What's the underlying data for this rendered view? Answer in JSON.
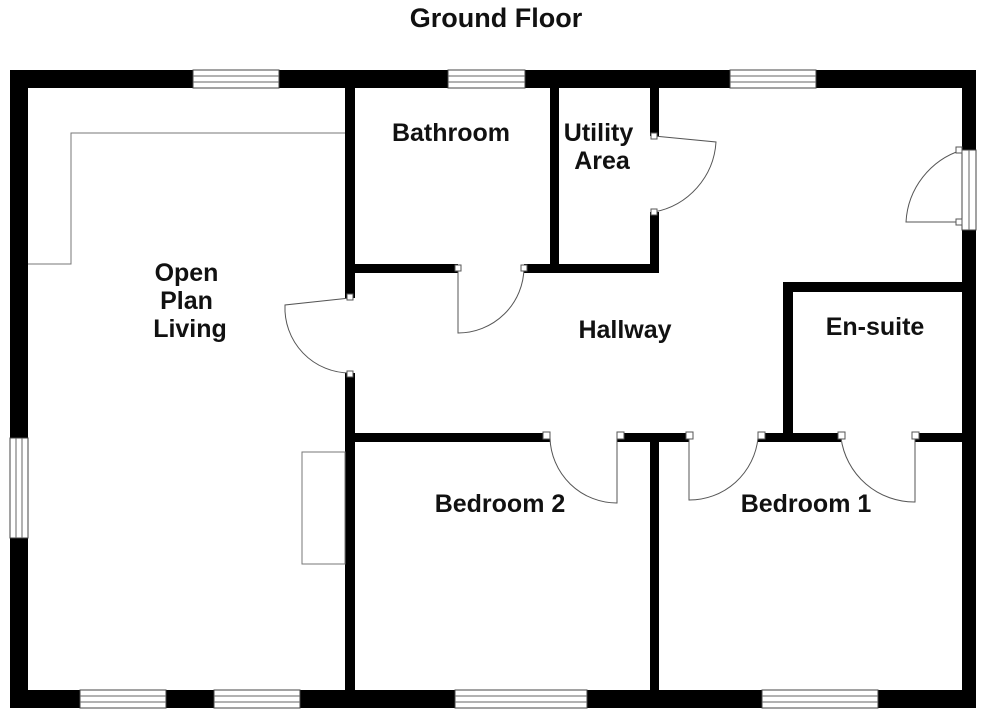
{
  "floor": {
    "title": "Ground Floor"
  },
  "rooms": {
    "open_plan": [
      "Open",
      "Plan",
      "Living"
    ],
    "bathroom": "Bathroom",
    "utility": [
      "Utility",
      "Area"
    ],
    "hallway": "Hallway",
    "ensuite": "En-suite",
    "bedroom2": "Bedroom 2",
    "bedroom1": "Bedroom 1"
  },
  "colors": {
    "wall": "#000000",
    "background": "#ffffff"
  }
}
